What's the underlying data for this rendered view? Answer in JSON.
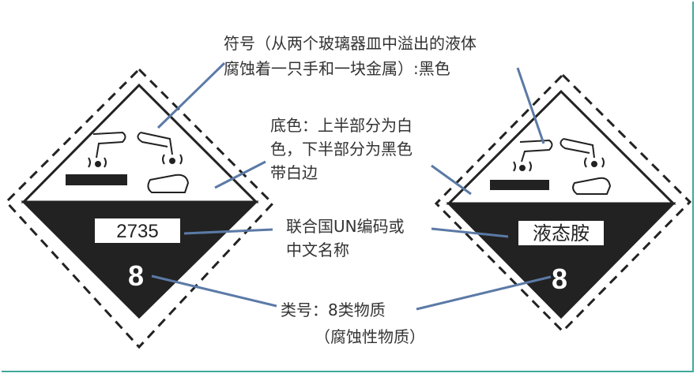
{
  "captions": {
    "symbol_line1": "符号（从两个玻璃器皿中溢出的液体",
    "symbol_line2": "腐蚀着一只手和一块金属）:黑色",
    "background_line1": "底色：上半部分为白",
    "background_line2": "色，下半部分为黑色",
    "background_line3": "带白边",
    "un_line1": "联合国UN编码或",
    "un_line2": "中文名称",
    "class_line1": "类号：8类物质",
    "class_line2": "（腐蚀性物质）"
  },
  "left_placard": {
    "label": "2735",
    "class_number": "8"
  },
  "right_placard": {
    "label": "液态胺",
    "class_number": "8"
  },
  "colors": {
    "leader": "#5b7aa6",
    "frame": "#3fa89b",
    "black": "#222222"
  }
}
